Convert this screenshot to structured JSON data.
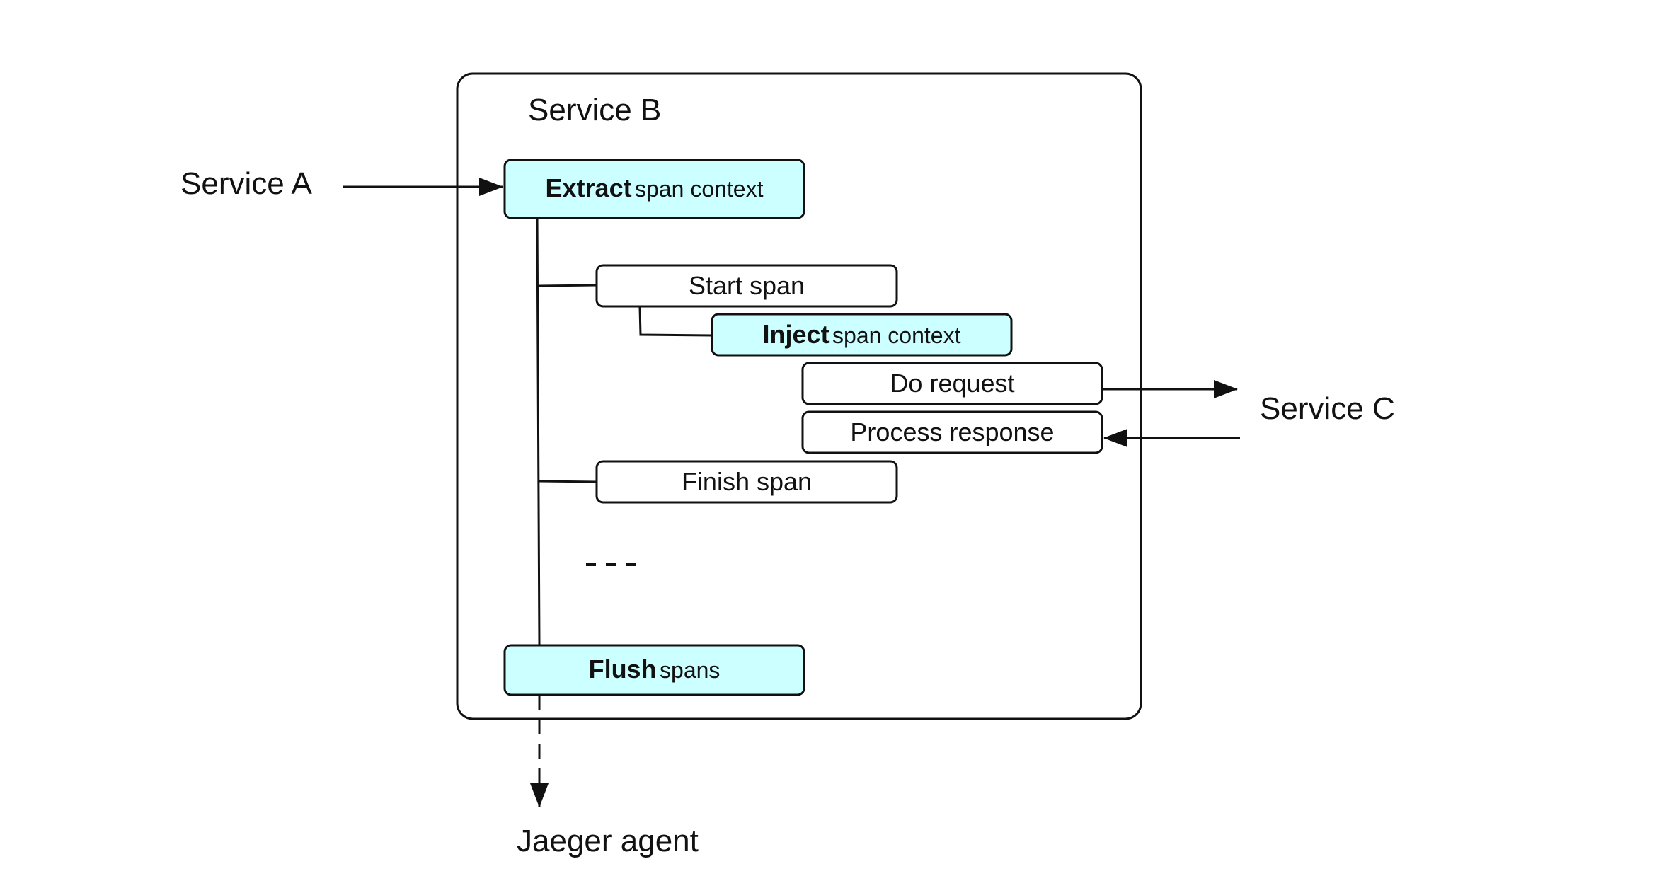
{
  "colors": {
    "highlight_fill": "#ccffff",
    "plain_fill": "#ffffff",
    "stroke": "#111111",
    "text": "#111111"
  },
  "labels": {
    "service_b": "Service B",
    "service_a": "Service A",
    "service_c": "Service C",
    "jaeger_agent": "Jaeger agent",
    "ellipsis": "- - -"
  },
  "steps": {
    "extract": {
      "bold": "Extract",
      "rest": "span context",
      "highlighted": true
    },
    "start_span": {
      "text": "Start span",
      "highlighted": false
    },
    "inject": {
      "bold": "Inject",
      "rest": "span context",
      "highlighted": true
    },
    "do_request": {
      "text": "Do request",
      "highlighted": false
    },
    "process_response": {
      "text": "Process response",
      "highlighted": false
    },
    "finish_span": {
      "text": "Finish span",
      "highlighted": false
    },
    "flush": {
      "bold": "Flush",
      "rest": "spans",
      "highlighted": true
    }
  }
}
